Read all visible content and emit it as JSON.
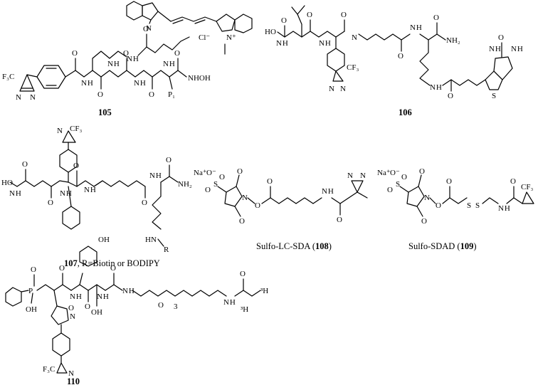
{
  "figure": {
    "compounds": [
      {
        "id": "105",
        "caption_number": "105",
        "caption_prefix": "",
        "caption_suffix": ""
      },
      {
        "id": "106",
        "caption_number": "106",
        "caption_prefix": "",
        "caption_suffix": ""
      },
      {
        "id": "107",
        "caption_number": "107",
        "caption_prefix": "",
        "caption_suffix": ", R=Biotin or BODIPY"
      },
      {
        "id": "108",
        "caption_number": "108",
        "caption_prefix": "Sulfo-LC-SDA (",
        "caption_suffix": ")"
      },
      {
        "id": "109",
        "caption_number": "109",
        "caption_prefix": "Sulfo-SDAD (",
        "caption_suffix": ")"
      },
      {
        "id": "110",
        "caption_number": "110",
        "caption_prefix": "",
        "caption_suffix": ""
      }
    ],
    "atoms": {
      "cf3": "CF₃",
      "f3c": "F₃C",
      "n": "N",
      "nh": "N H",
      "h": "H",
      "o": "O",
      "s": "S",
      "p": "P",
      "oh": "OH",
      "nhoh": "NHOH",
      "hooh": "HO",
      "nh2": "NH₂",
      "nplus": "N⁺",
      "cl": "Cl⁻",
      "p1": "P₁",
      "naplus": "Na⁺",
      "ominus": "O⁻",
      "so3": "S",
      "r": "R",
      "hnr": "HN",
      "tritium_h": "³H",
      "tritium_label": "H",
      "sub3": "3"
    }
  }
}
